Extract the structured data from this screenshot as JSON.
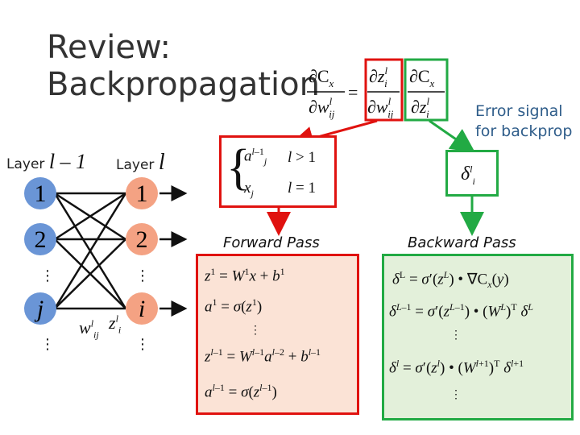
{
  "title": {
    "line1": "Review:",
    "line2": "Backpropagation"
  },
  "layers": {
    "prev_prefix": "Layer",
    "prev_var": "l – 1",
    "cur_prefix": "Layer",
    "cur_var": "l"
  },
  "nodes": {
    "prev": [
      "1",
      "2",
      "j"
    ],
    "cur": [
      "1",
      "2",
      "i"
    ],
    "ellipsis": "⋮"
  },
  "weight_label": {
    "w": "w",
    "w_sup": "l",
    "w_sub": "ij",
    "z": "z",
    "z_sup": "l",
    "z_sub": "i"
  },
  "error_signal": {
    "line1": "Error signal",
    "line2": "for backprop"
  },
  "delta_label": {
    "symbol": "δ",
    "sup": "l",
    "sub": "i"
  },
  "forward": {
    "title": "Forward Pass",
    "case1_value": "a_j^{l-1}",
    "case1_cond": "l > 1",
    "case2_value": "x_j",
    "case2_cond": "l = 1",
    "eq1": "z¹ = W¹x + b¹",
    "eq2": "a¹ = σ(z¹)",
    "eq3": "z^{l−1} = W^{l−1}a^{l−2} + b^{l−1}",
    "eq4": "a^{l−1} = σ(z^{l−1})",
    "dots": "⋮"
  },
  "backward": {
    "title": "Backward Pass",
    "eq1": "δᴸ = σ′(zᴸ) • ∇Cₓ(y)",
    "eq2": "δ^{L−1} = σ′(z^{L−1}) • (Wᴸ)ᵀ δᴸ",
    "eq3": "δˡ = σ′(zˡ) • (W^{l+1})ᵀ δ^{l+1}",
    "dots": "⋮"
  },
  "colors": {
    "prev_node": "#6a95d6",
    "cur_node": "#f4a283",
    "red": "#e0120f",
    "green": "#22aa44",
    "fwd_fill": "#fbe3d6",
    "bwd_fill": "#e3f0da"
  }
}
